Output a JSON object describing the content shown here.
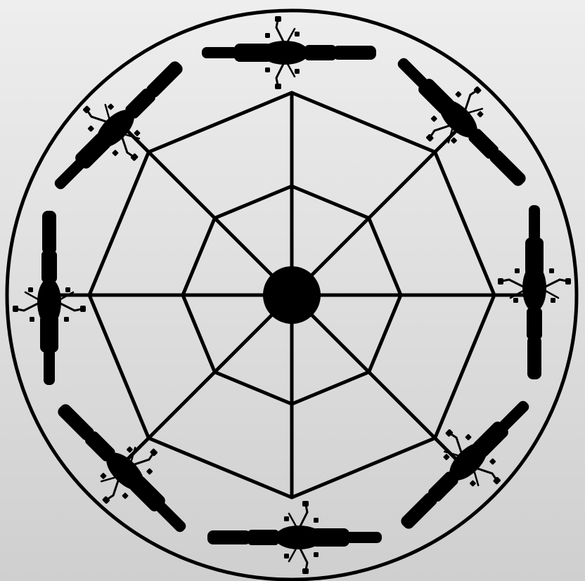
{
  "diagram": {
    "kind": "wheel-of-death-motorcycle-arrangement",
    "spoke_count": 8,
    "ring_count": 2,
    "motorcycle_count": 8,
    "motorcycle_icon": "motorcycle-top-view-icon",
    "colors": {
      "background_light": "#eeeeee",
      "background_dark": "#cfcfcf",
      "ink": "#000000"
    }
  }
}
